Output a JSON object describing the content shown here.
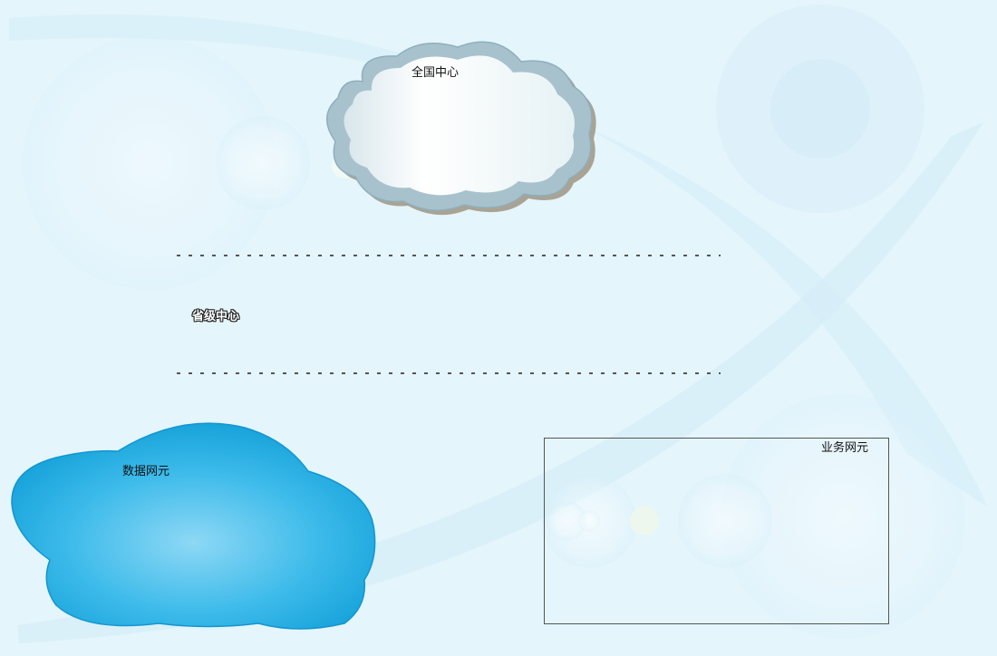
{
  "diagram": {
    "national_center": "全国中心",
    "provincial_center": "省级中心",
    "data_network_element": "数据网元",
    "business_network_element": "业务网元"
  },
  "colors": {
    "background": "#e4f5fc",
    "national_cloud_fill": "#ffffff",
    "national_cloud_border": "#9bb8c6",
    "data_cloud_fill": "#28b2e6",
    "divider": "#555555"
  }
}
